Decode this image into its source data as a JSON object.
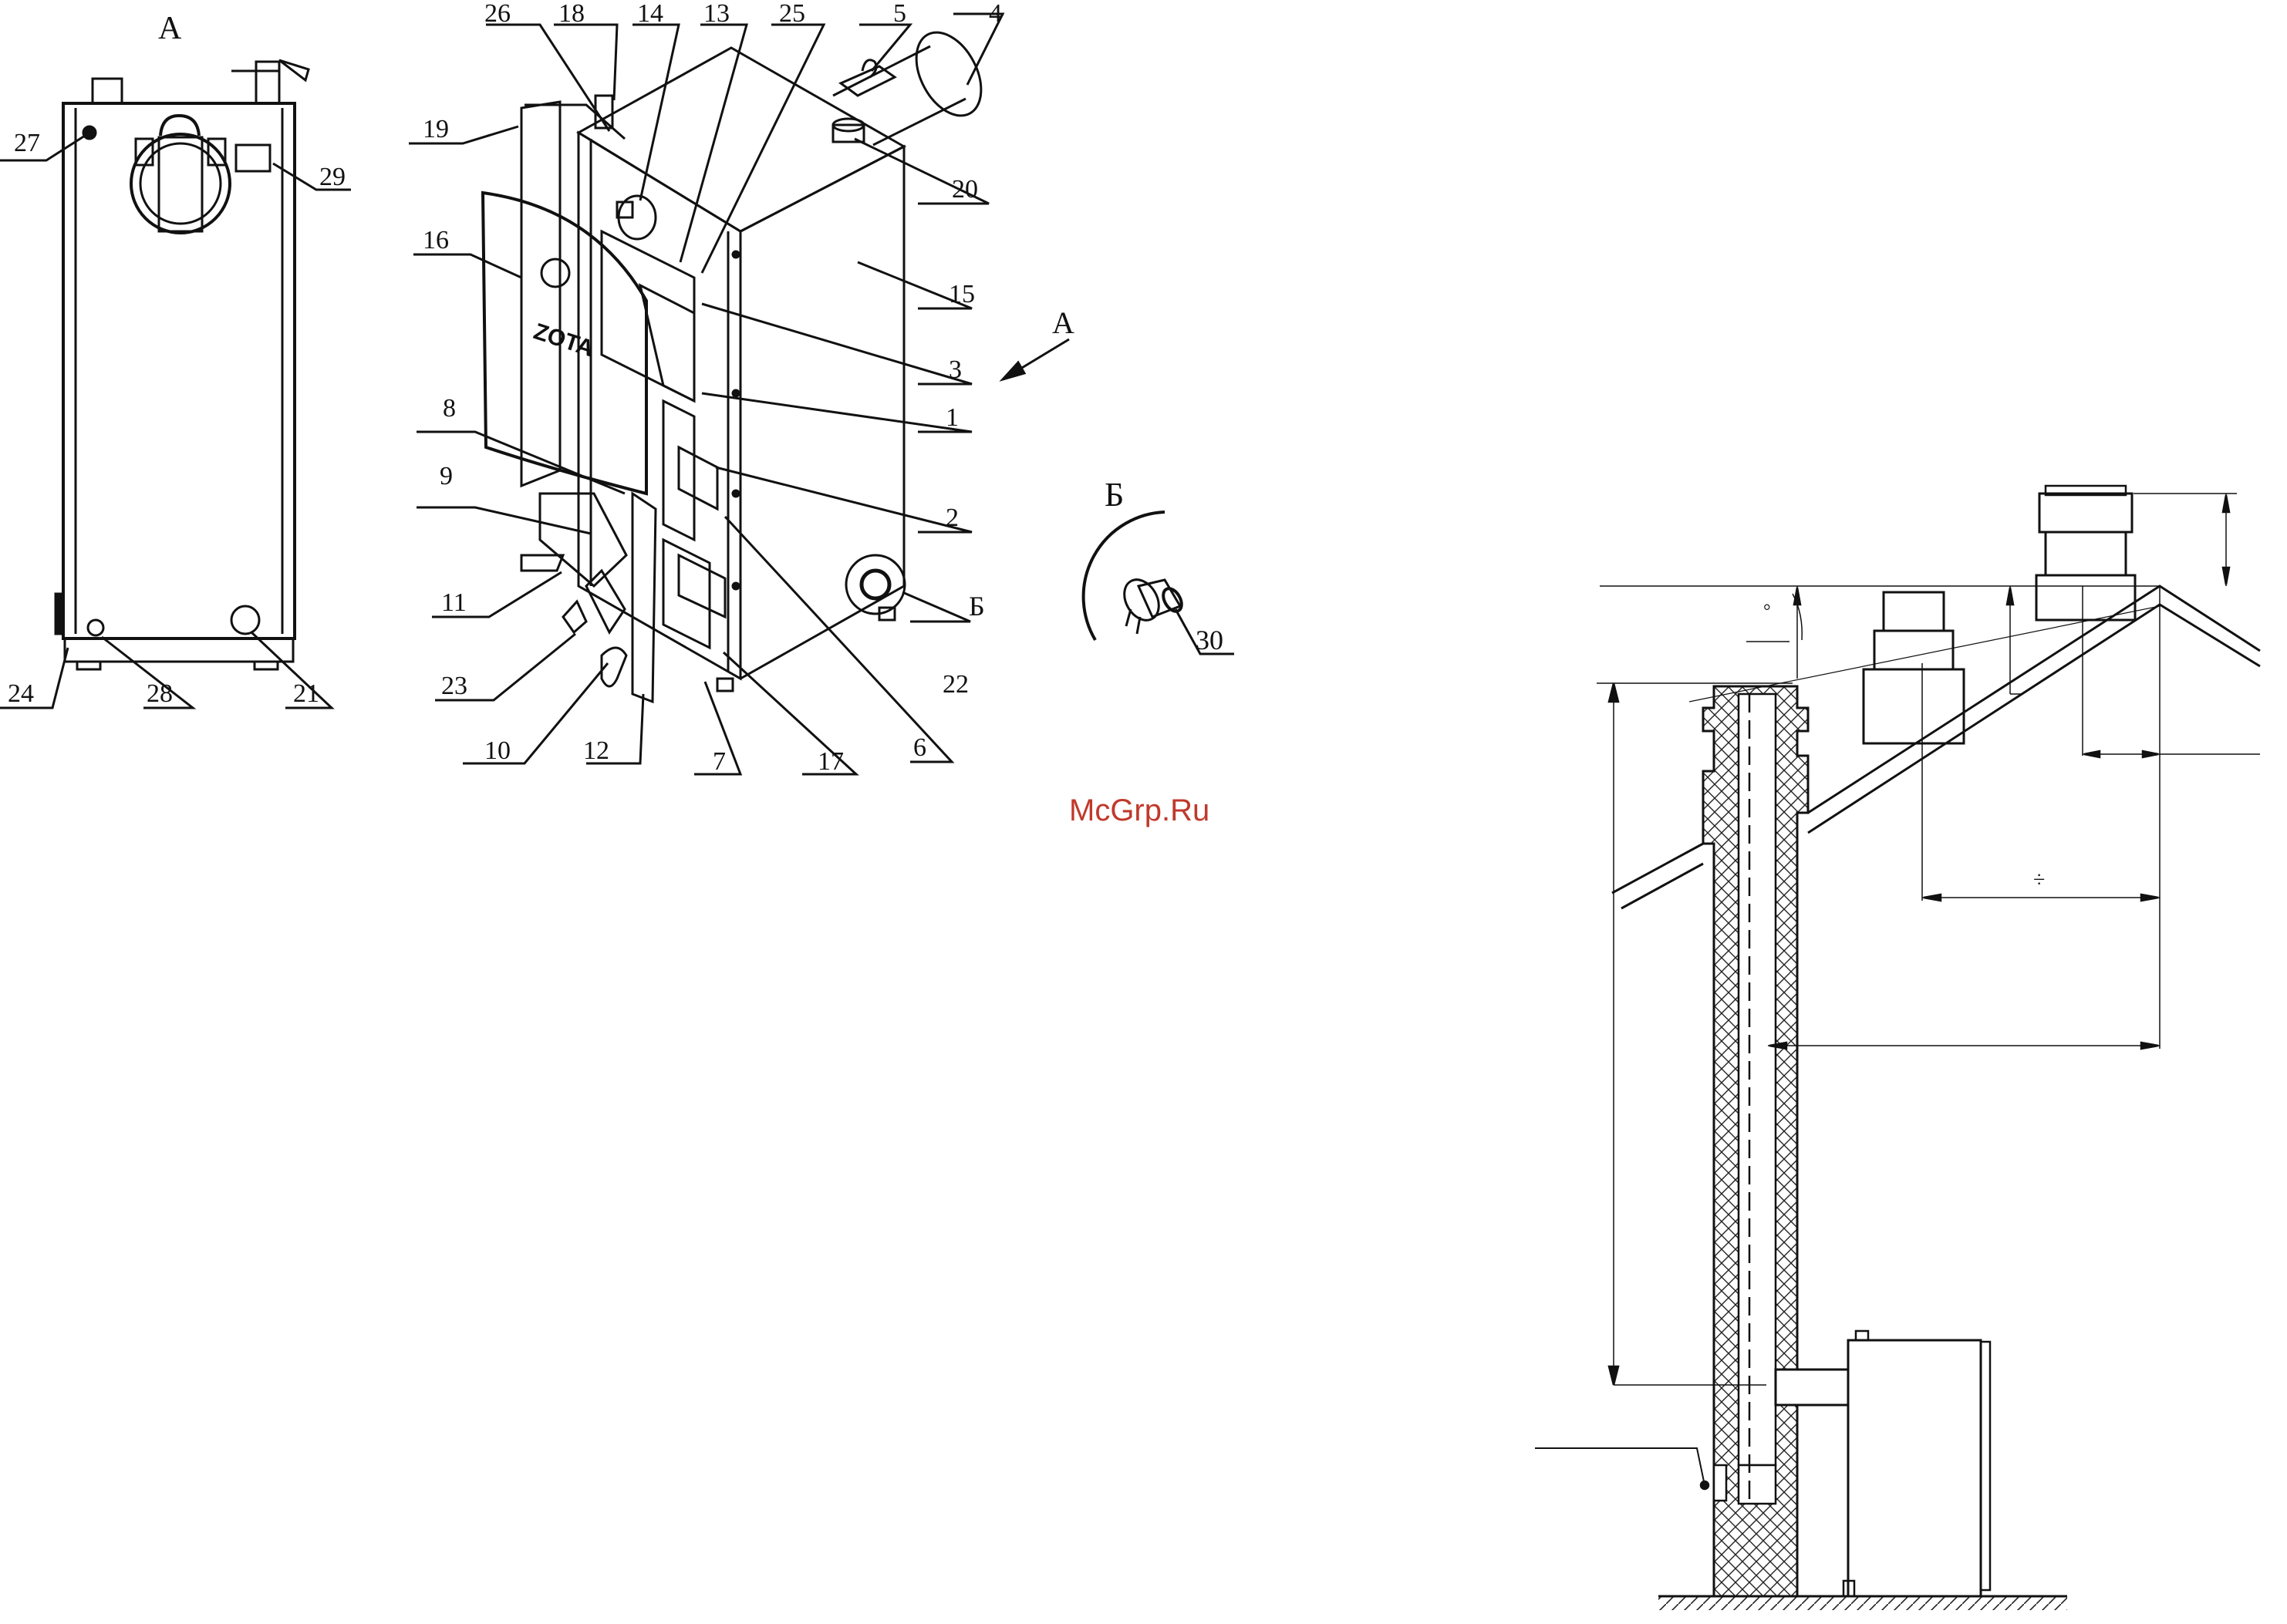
{
  "view_a": {
    "title": "А",
    "labels": [
      "27",
      "29",
      "24",
      "28",
      "21"
    ]
  },
  "main_view": {
    "labels": [
      "26",
      "18",
      "14",
      "13",
      "25",
      "5",
      "4",
      "19",
      "20",
      "16",
      "15",
      "3",
      "1",
      "8",
      "2",
      "9",
      "11",
      "22",
      "23",
      "10",
      "12",
      "7",
      "17",
      "6"
    ],
    "arrow_label": "А",
    "callout_b": "Б",
    "logo": "ZOTA"
  },
  "detail_b": {
    "title": "Б",
    "labels": [
      "30"
    ]
  },
  "watermark": "McGrp.Ru",
  "chimney": {
    "dim_marks": [
      "°",
      "÷"
    ]
  }
}
